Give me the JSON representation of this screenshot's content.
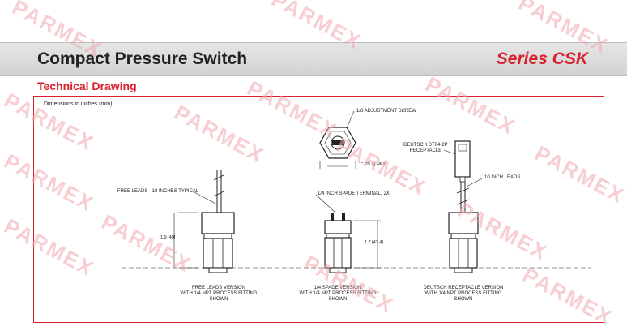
{
  "header": {
    "title": "Compact Pressure Switch",
    "series": "Series CSK"
  },
  "section": {
    "title": "Technical Drawing",
    "dims_note": "Dimensions in inches (mm)"
  },
  "callouts": {
    "adjust_screw": "1/8 ADJUSTMENT SCREW",
    "hex": "1\" [25.4] HEX",
    "deutsch": "DEUTSCH DT04-2P\nRECEPTACLE",
    "ten_inch_leads": "10 INCH LEADS",
    "free_leads": "FREE LEADS - 18 INCHES TYPICAL",
    "spade_terminal": "1/4 INCH SPADE TERMINAL, 2X",
    "dim_left": "1.9 [49]",
    "dim_mid": "1.7 [43.4]"
  },
  "captions": {
    "free_leads_version": "FREE LEADS VERSION\nWITH 1/4 NPT PROCESS FITTING\nSHOWN",
    "spade_version": "1/4 SPADE VERSION\nWITH 1/4 NPT PROCESS FITTING\nSHOWN",
    "deutsch_version": "DEUTSCH RECEPTACLE VERSION\nWITH 1/4 NPT PROCESS FITTING\nSHOWN"
  },
  "watermark": {
    "text": "PARMEX",
    "color": "#f2a7ae"
  },
  "colors": {
    "accent": "#d9202e",
    "header_bg": "#d9d9d9"
  }
}
